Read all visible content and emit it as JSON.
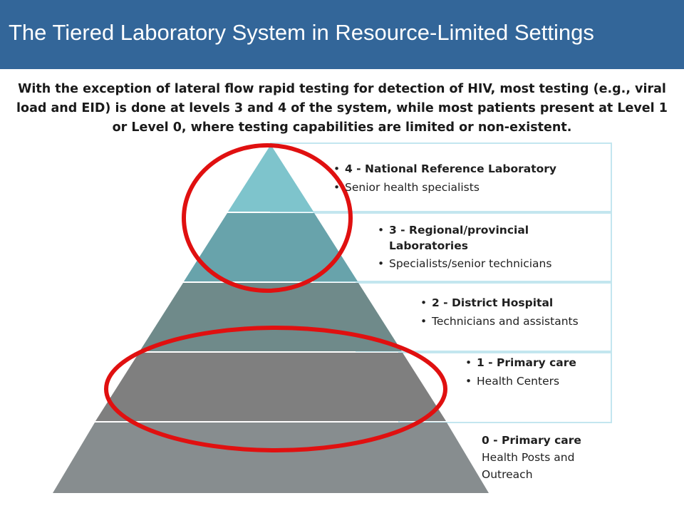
{
  "title": "The Tiered Laboratory System in Resource-Limited Settings",
  "subtitle": "With the exception of lateral flow rapid testing for detection of HIV, most testing (e.g., viral load and EID) is done at levels 3 and 4 of the system, while most patients present at Level 1 or Level 0, where testing capabilities are limited or non-existent.",
  "colors": {
    "title_bar": "#336699",
    "tier4": "#7ec4cc",
    "tier3": "#68a3ab",
    "tier2": "#6f8a8a",
    "tier1": "#7f7f7f",
    "tier0": "#878d8f",
    "box_border": "#c3e6ef",
    "highlight_ellipse": "#e01010"
  },
  "tiers": [
    {
      "level": "4 - National  Reference Laboratory",
      "staff": "Senior health specialists"
    },
    {
      "level": "3 - Regional/provincial Laboratories",
      "staff": "Specialists/senior  technicians"
    },
    {
      "level": "2 - District Hospital",
      "staff": "Technicians and assistants"
    },
    {
      "level": "1  - Primary care",
      "staff": "Health Centers"
    },
    {
      "level": "0  - Primary care",
      "staff_lines": [
        "Health Posts and",
        "Outreach"
      ]
    }
  ],
  "bullet_glyph": "•"
}
